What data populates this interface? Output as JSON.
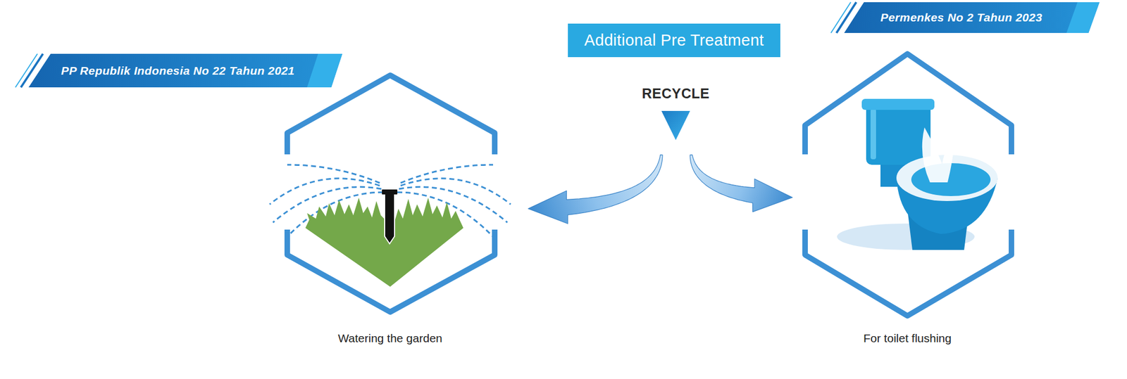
{
  "diagram": {
    "nodes": [
      {
        "text": [
          "PP Republik Indonesia No 22 Tahun 2021"
        ]
      },
      {
        "text": [
          "Watering the garden"
        ]
      },
      {
        "text": [
          "Additional Pre Treatment"
        ]
      },
      {
        "text": [
          "RECYCLE"
        ]
      },
      {
        "text": [
          "Permenkes No 2 Tahun 2023"
        ]
      },
      {
        "text": [
          "For toilet flushing"
        ]
      }
    ],
    "edges": [
      {
        "from": 3,
        "to": 1,
        "arrow": "to"
      },
      {
        "from": 3,
        "to": 5,
        "arrow": "to"
      }
    ]
  }
}
